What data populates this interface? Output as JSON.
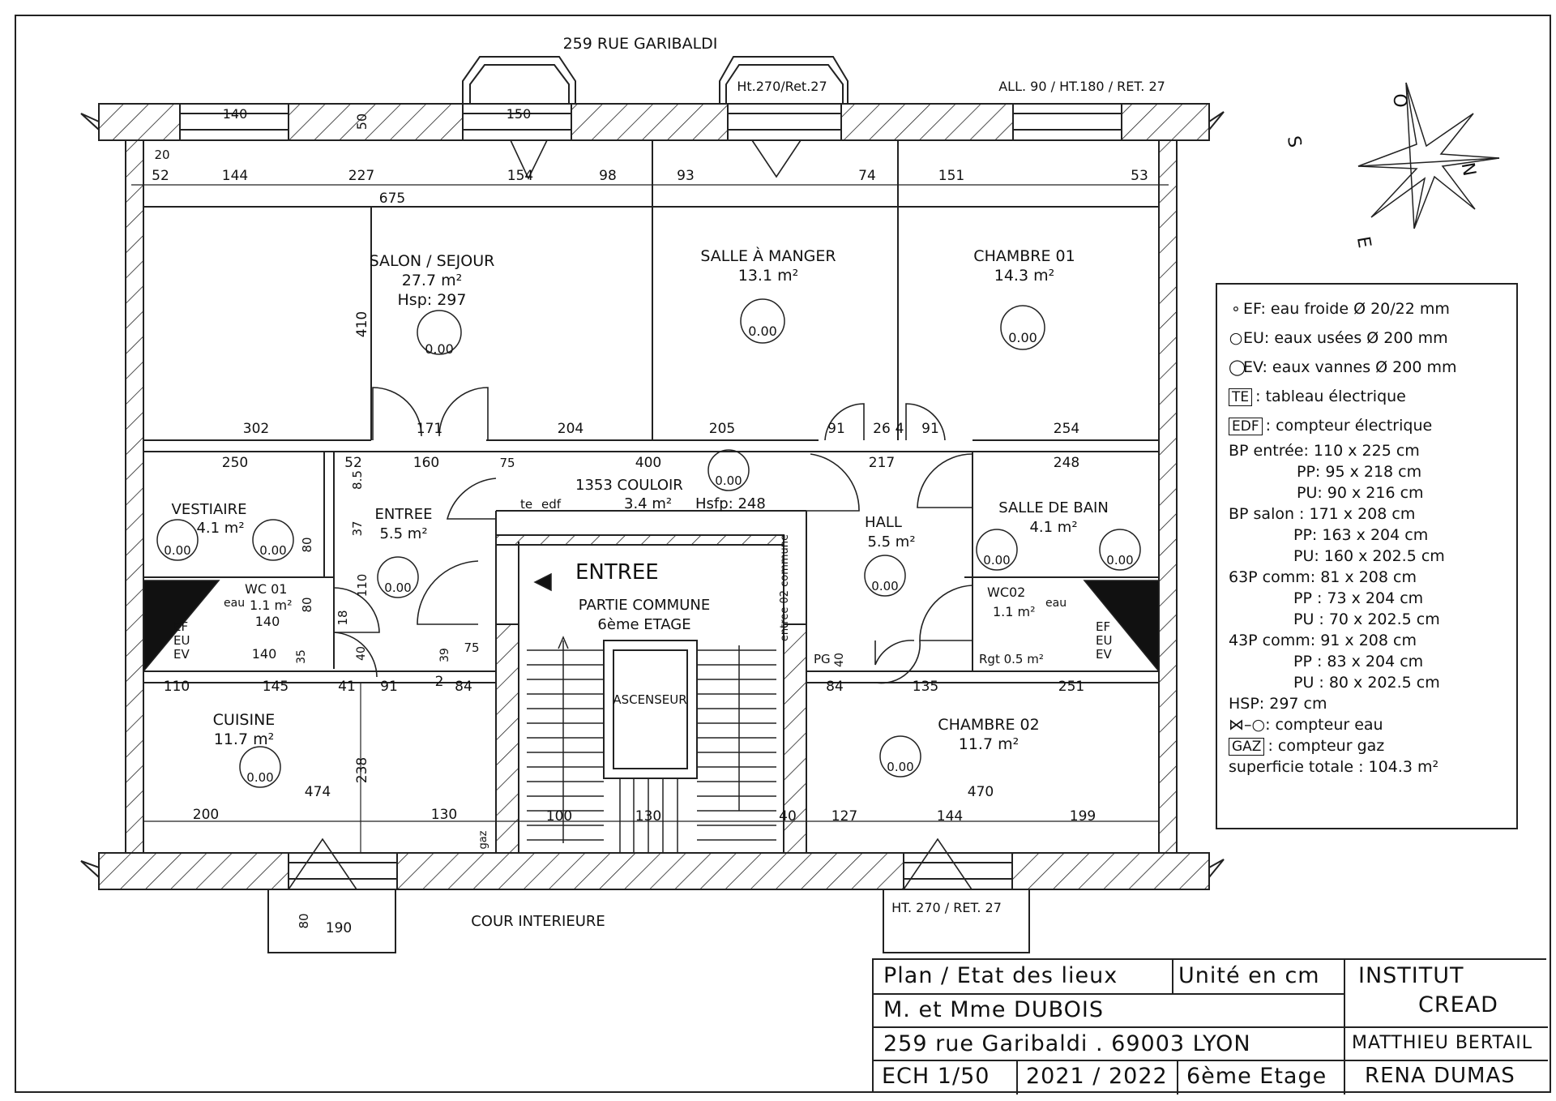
{
  "street_top": "259 RUE GARIBALDI",
  "court_bottom": "COUR INTERIEURE",
  "window_notes": {
    "top_right": "ALL. 90 / HT.180 / RET. 27",
    "top_mid": "Ht.270/Ret.27",
    "bottom_right": "HT. 270 / RET. 27"
  },
  "compass": {
    "n": "N",
    "s": "S",
    "e": "E",
    "o": "O"
  },
  "rooms": {
    "salon": {
      "name": "SALON / SEJOUR",
      "area": "27.7 m²",
      "hsp": "Hsp: 297",
      "level": "0.00"
    },
    "salle": {
      "name": "SALLE À MANGER",
      "area": "13.1 m²",
      "level": "0.00"
    },
    "chambre1": {
      "name": "CHAMBRE 01",
      "area": "14.3 m²",
      "level": "0.00"
    },
    "vestiaire": {
      "name": "VESTIAIRE",
      "area": "4.1 m²",
      "level": "0.00"
    },
    "entree": {
      "name": "ENTREE",
      "area": "5.5 m²",
      "level": "0.00"
    },
    "couloir": {
      "name": "1353 COULOIR",
      "area": "3.4 m²",
      "hsfp": "Hsfp: 248",
      "level": "0.00"
    },
    "hall": {
      "name": "HALL",
      "area": "5.5 m²",
      "level": "0.00"
    },
    "sdb": {
      "name": "SALLE DE BAIN",
      "area": "4.1 m²",
      "level": "0.00"
    },
    "wc1": {
      "name": "WC 01",
      "area": "1.1 m²"
    },
    "wc2": {
      "name": "WC02",
      "area": "1.1 m²"
    },
    "cuisine": {
      "name": "CUISINE",
      "area": "11.7 m²",
      "level": "0.00"
    },
    "chambre2": {
      "name": "CHAMBRE 02",
      "area": "11.7 m²",
      "level": "0.00"
    },
    "commune": {
      "entree": "ENTREE",
      "l1": "PARTIE COMMUNE",
      "l2": "6ème ETAGE",
      "asc": "ASCENSEUR",
      "side": "entree 02 commune"
    }
  },
  "labels": {
    "te": "te",
    "edf": "edf",
    "ef": "EF",
    "eu": "EU",
    "ev": "EV",
    "eau": "eau",
    "pg": "PG",
    "rgt": "Rgt 0.5 m²",
    "gaz": "gaz"
  },
  "dims": {
    "d52": "52",
    "d144": "144",
    "d227": "227",
    "d154": "154",
    "d98": "98",
    "d93": "93",
    "d74": "74",
    "d151": "151",
    "d53": "53",
    "d675": "675",
    "d140": "140",
    "d150": "150",
    "d50": "50",
    "d20": "20",
    "d410": "410",
    "d302": "302",
    "d171": "171",
    "d204": "204",
    "d205": "205",
    "d91a": "91",
    "d26": "26",
    "d4": "4",
    "d91b": "91",
    "d254": "254",
    "d250": "250",
    "d52b": "52",
    "d160": "160",
    "d75": "75",
    "d400": "400",
    "d217": "217",
    "d248": "248",
    "d85": "8.5",
    "d37": "37",
    "d80a": "80",
    "d80b": "80",
    "d110": "110",
    "d18": "18",
    "d140b": "140",
    "d140c": "140",
    "d35": "35",
    "d40": "40",
    "d39": "39",
    "d75b": "75",
    "d110b": "110",
    "d145": "145",
    "d41": "41",
    "d91c": "91",
    "d2": "2",
    "d84": "84",
    "d84b": "84",
    "d135": "135",
    "d251": "251",
    "d238": "238",
    "d474": "474",
    "d200": "200",
    "d130": "130",
    "d100": "100",
    "d130b": "130",
    "d40b": "40",
    "d127": "127",
    "d144b": "144",
    "d199": "199",
    "d470": "470",
    "d40c": "40",
    "d80": "80",
    "d190": "190"
  },
  "legend": {
    "ef": "EF: eau froide Ø 20/22 mm",
    "eu": "EU: eaux usées Ø 200 mm",
    "ev": "EV: eaux vannes Ø 200 mm",
    "te_box": "TE",
    "te": ": tableau électrique",
    "edf_box": "EDF",
    "edf": ": compteur électrique",
    "bp_entree": "BP entrée: 110 x 225 cm",
    "bp_entree_pp": "PP: 95 x 218 cm",
    "bp_entree_pu": "PU: 90 x 216 cm",
    "bp_salon": "BP salon : 171 x 208 cm",
    "bp_salon_pp": "PP: 163 x 204 cm",
    "bp_salon_pu": "PU: 160 x 202.5 cm",
    "p63": "63P comm: 81 x 208 cm",
    "p63_pp": "PP : 73 x 204 cm",
    "p63_pu": "PU : 70 x 202.5 cm",
    "p43": "43P comm: 91 x 208 cm",
    "p43_pp": "PP : 83 x 204 cm",
    "p43_pu": "PU : 80 x 202.5 cm",
    "hsp": "HSP: 297 cm",
    "eau": ": compteur eau",
    "gaz_box": "GAZ",
    "gaz": ": compteur gaz",
    "total": "superficie totale : 104.3 m²"
  },
  "titleblock": {
    "title": "Plan / Etat des lieux",
    "unit": "Unité en cm",
    "owner": "M. et Mme DUBOIS",
    "address": "259 rue Garibaldi . 69003 LYON",
    "scale": "ECH 1/50",
    "year": "2021 / 2022",
    "floor": "6ème Etage",
    "inst1": "INSTITUT",
    "inst2": "CREAD",
    "author1": "MATTHIEU BERTAIL",
    "author2": "RENA DUMAS"
  }
}
